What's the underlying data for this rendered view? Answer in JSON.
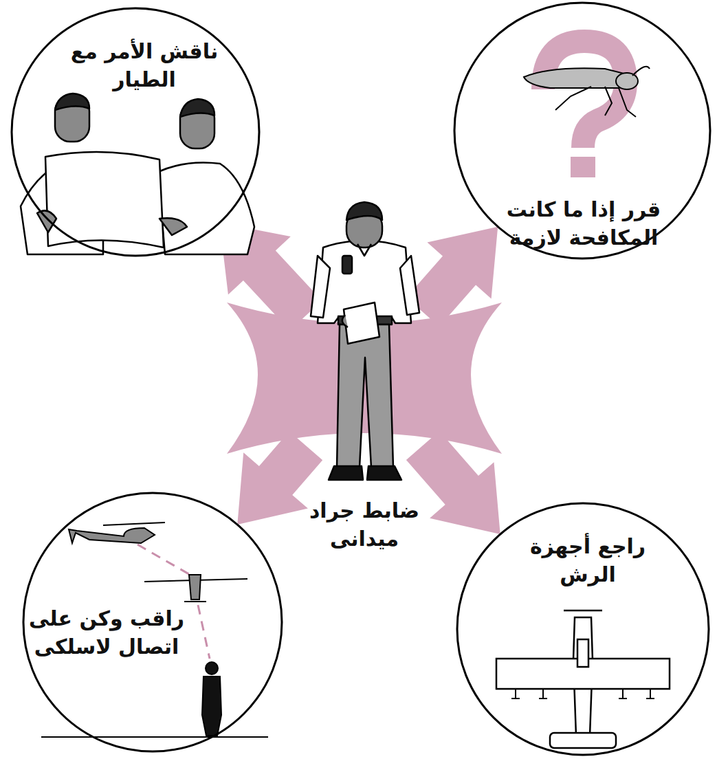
{
  "diagram": {
    "nodes": [
      {
        "text": [
          "ضابط جراد ميدانى"
        ]
      },
      {
        "text": [
          "قرر إذا ما كانت المكافحة لازمة"
        ]
      },
      {
        "text": [
          "ناقش الأمر مع الطيار"
        ]
      },
      {
        "text": [
          "راجع أجهزة الرش"
        ]
      },
      {
        "text": [
          "راقب وكن على اتصال لاسلكى"
        ]
      }
    ],
    "edges": [
      {
        "from": 0,
        "to": 1,
        "arrow": "to"
      },
      {
        "from": 0,
        "to": 2,
        "arrow": "to"
      },
      {
        "from": 0,
        "to": 3,
        "arrow": "to"
      },
      {
        "from": 0,
        "to": 4,
        "arrow": "to"
      }
    ]
  }
}
